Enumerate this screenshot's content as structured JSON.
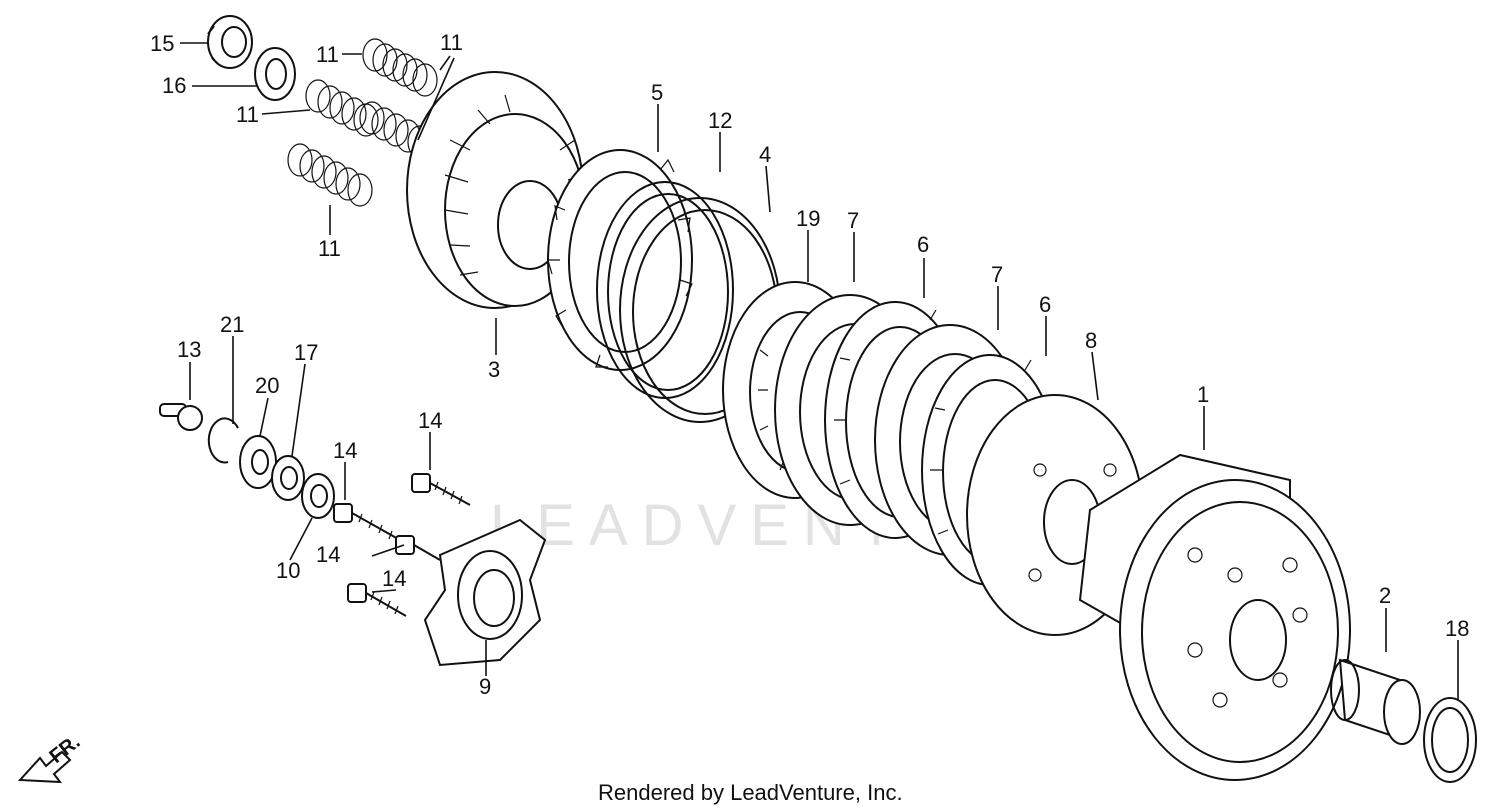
{
  "watermark": "LEADVENTURE",
  "footer": "Rendered by LeadVenture, Inc.",
  "front_marker": "FR.",
  "callouts": [
    {
      "id": "c15",
      "text": "15"
    },
    {
      "id": "c16",
      "text": "16"
    },
    {
      "id": "c11a",
      "text": "11"
    },
    {
      "id": "c11b",
      "text": "11"
    },
    {
      "id": "c11c",
      "text": "11"
    },
    {
      "id": "c11d",
      "text": "11"
    },
    {
      "id": "c3",
      "text": "3"
    },
    {
      "id": "c5",
      "text": "5"
    },
    {
      "id": "c12",
      "text": "12"
    },
    {
      "id": "c4",
      "text": "4"
    },
    {
      "id": "c19",
      "text": "19"
    },
    {
      "id": "c7a",
      "text": "7"
    },
    {
      "id": "c6a",
      "text": "6"
    },
    {
      "id": "c7b",
      "text": "7"
    },
    {
      "id": "c6b",
      "text": "6"
    },
    {
      "id": "c8",
      "text": "8"
    },
    {
      "id": "c1",
      "text": "1"
    },
    {
      "id": "c2",
      "text": "2"
    },
    {
      "id": "c18",
      "text": "18"
    },
    {
      "id": "c13",
      "text": "13"
    },
    {
      "id": "c21",
      "text": "21"
    },
    {
      "id": "c20",
      "text": "20"
    },
    {
      "id": "c17",
      "text": "17"
    },
    {
      "id": "c14a",
      "text": "14"
    },
    {
      "id": "c14b",
      "text": "14"
    },
    {
      "id": "c14c",
      "text": "14"
    },
    {
      "id": "c14d",
      "text": "14"
    },
    {
      "id": "c10",
      "text": "10"
    },
    {
      "id": "c9",
      "text": "9"
    }
  ]
}
